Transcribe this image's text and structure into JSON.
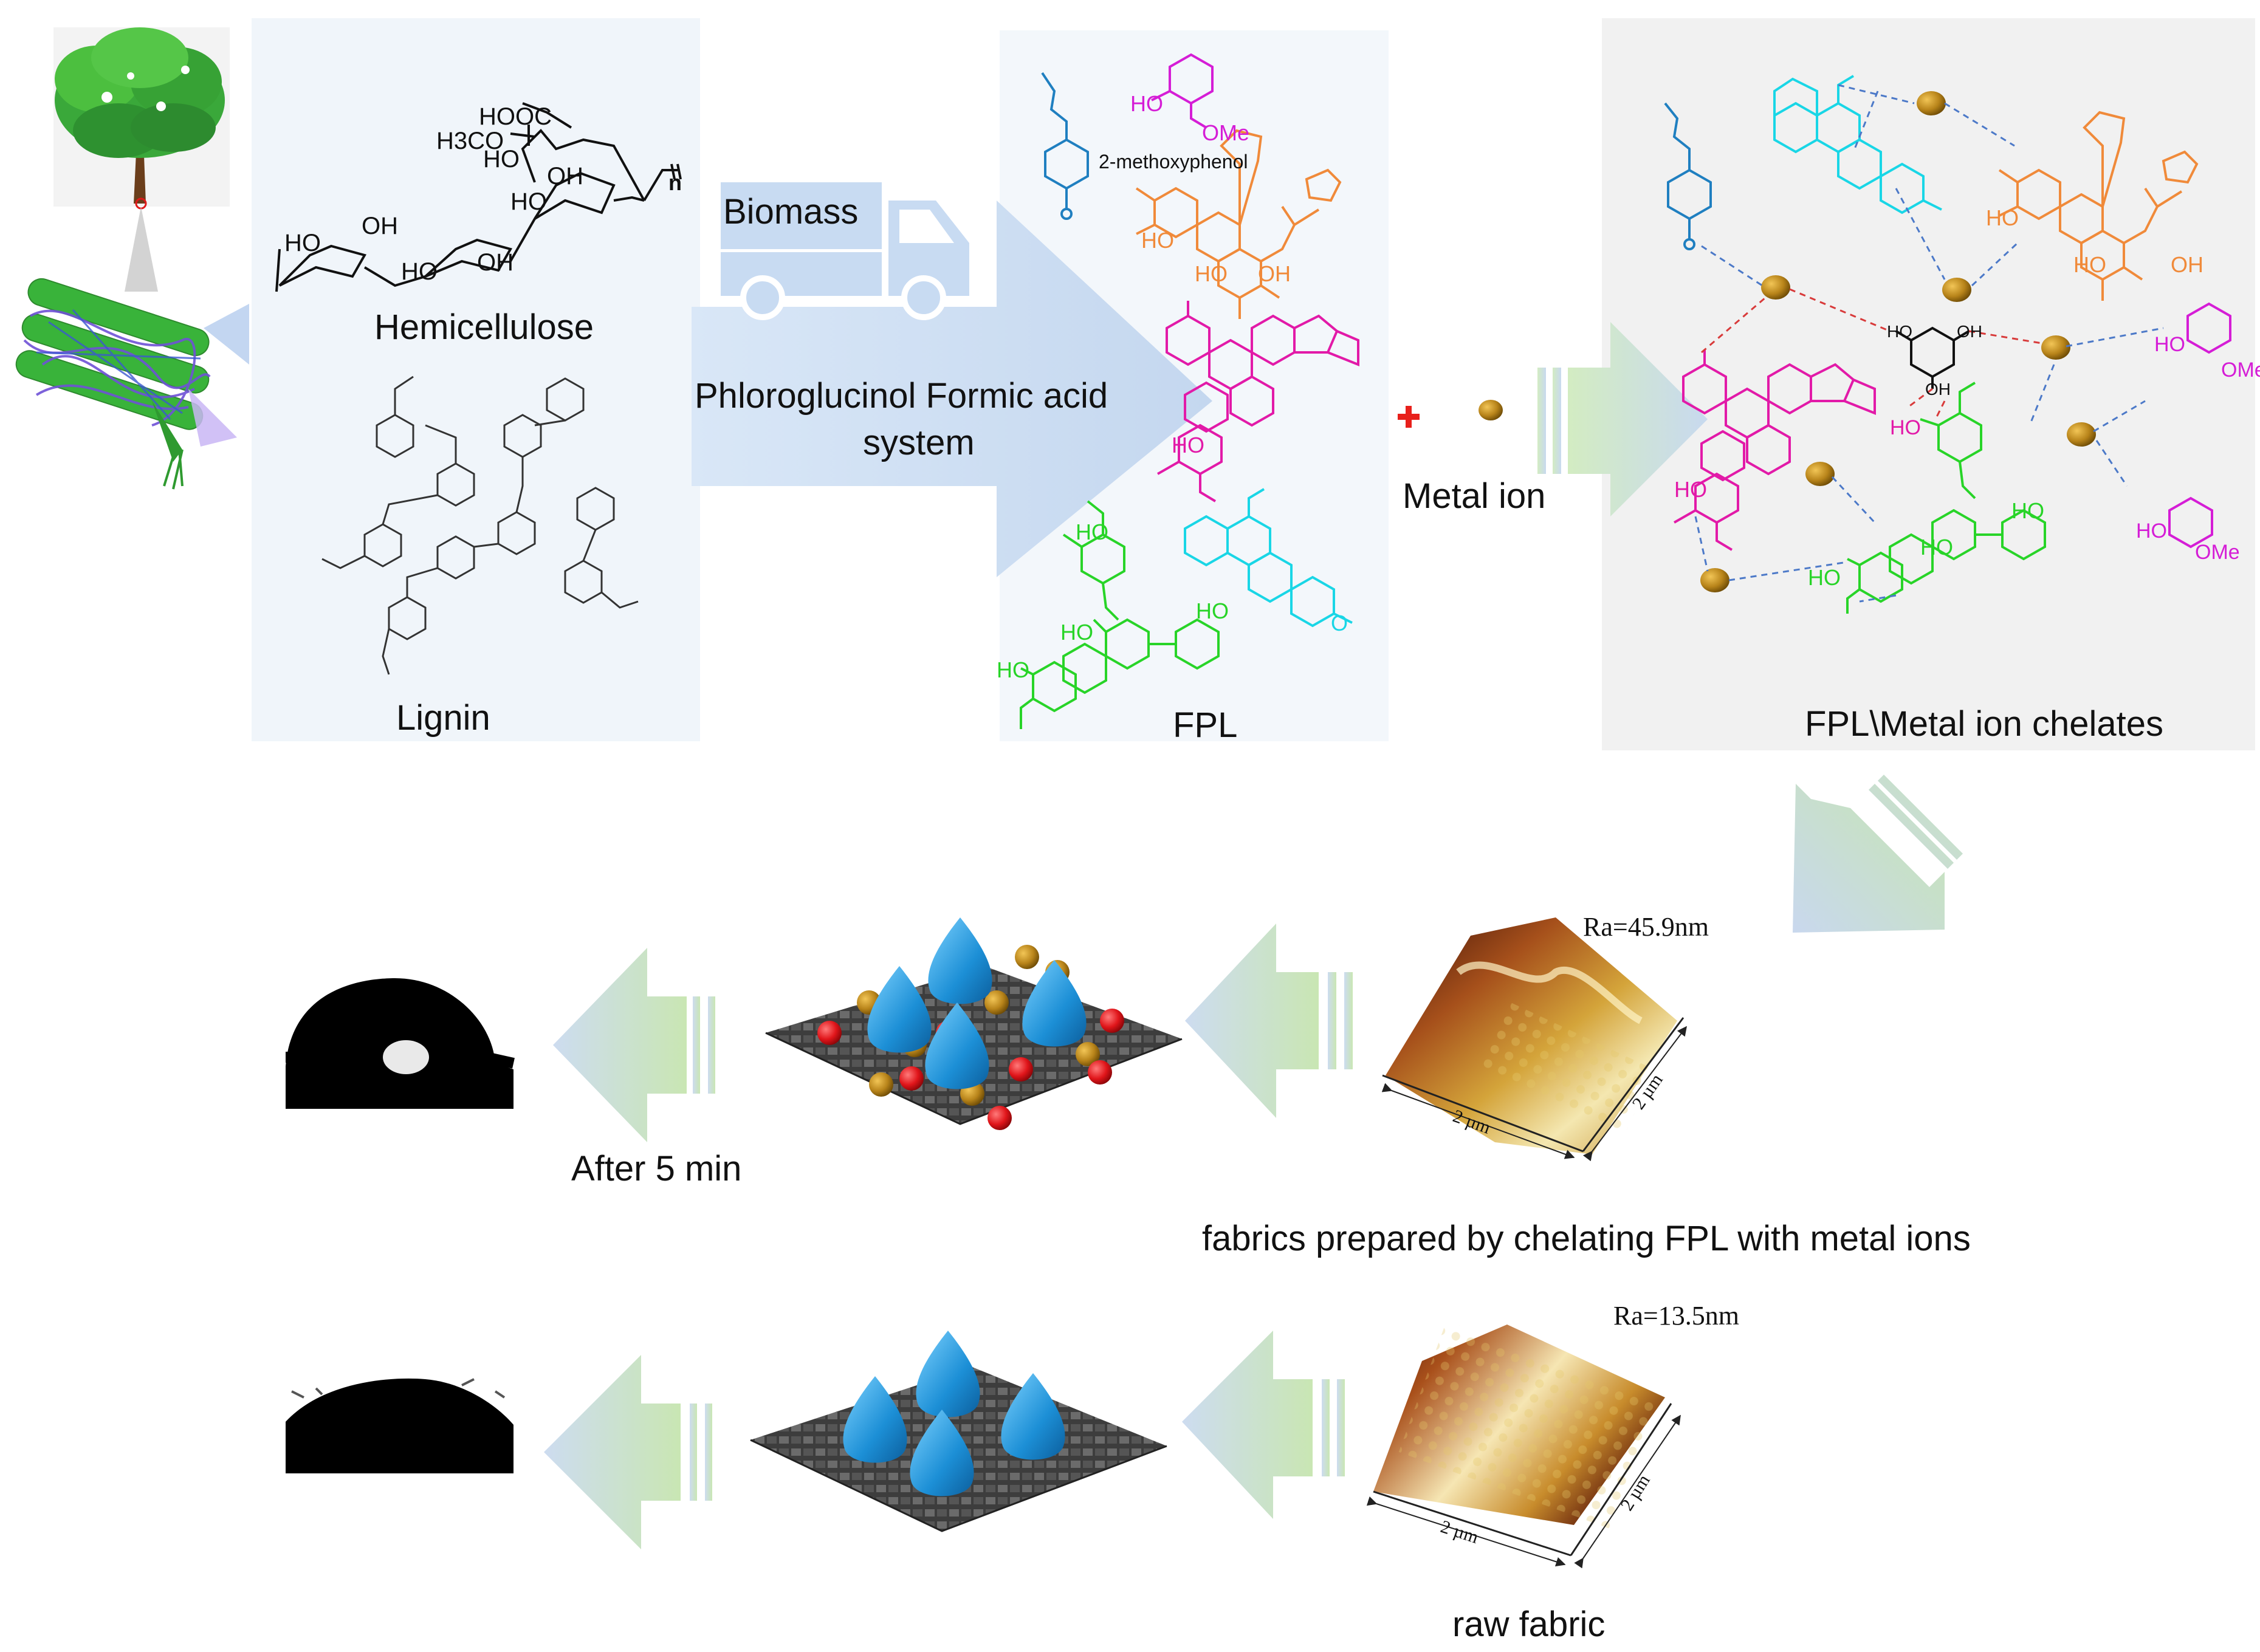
{
  "panels": {
    "plant_wall": {
      "hemicellulose_label": "Hemicellulose",
      "lignin_label": "Lignin"
    },
    "process": {
      "truck_label": "Biomass",
      "arrow_label_line1": "Phloroglucinol Formic acid",
      "arrow_label_line2": "system"
    },
    "fpl": {
      "label": "FPL",
      "molecule_name": "2-methoxyphenol"
    },
    "metal": {
      "plus_sign": "+",
      "label": "Metal ion"
    },
    "chelates": {
      "label": "FPL\\Metal ion chelates"
    },
    "treated_row": {
      "afm_ra": "Ra=45.9nm",
      "afm_axis_x": "2 µm",
      "afm_axis_y": "2 µm",
      "caption": "fabrics prepared by chelating FPL with metal ions",
      "droplet_caption": "After 5 min"
    },
    "raw_row": {
      "afm_ra": "Ra=13.5nm",
      "afm_axis_x": "2 µm",
      "afm_axis_y": "2 µm",
      "caption": "raw fabric"
    }
  },
  "chem_text": {
    "hooc": "HOOC",
    "h3co": "H3CO",
    "ho": "HO",
    "oh": "OH",
    "ome": "OMe",
    "o": "O",
    "n": "n"
  },
  "colors": {
    "arrow_blue": "#c9daf0",
    "arrow_green": "#bfe0a8",
    "blue_chem": "#1f7fc0",
    "orange_chem": "#f08a3a",
    "magenta_chem": "#e21aa8",
    "green_chem": "#28d428",
    "cyan_chem": "#19d6e6",
    "purple_chem": "#d51dd6",
    "metal_gold": "#b47f14",
    "red_plus": "#e8201b"
  }
}
